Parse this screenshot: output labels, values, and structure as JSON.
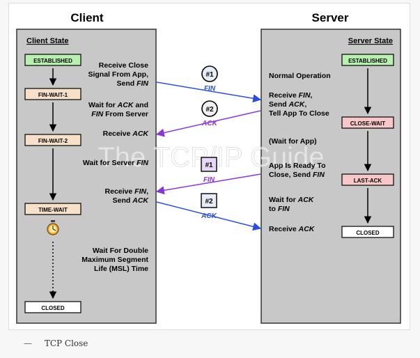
{
  "headers": {
    "client": "Client",
    "server": "Server"
  },
  "watermark": "The TCP/IP Guide",
  "client_panel": {
    "title": "Client State",
    "states": [
      "ESTABLISHED",
      "FIN-WAIT-1",
      "FIN-WAIT-2",
      "TIME-WAIT",
      "CLOSED"
    ],
    "texts": {
      "t1a": "Receive Close",
      "t1b": "Signal From App,",
      "t1c": "Send ",
      "t1c_i": "FIN",
      "t2a": "Wait for ",
      "t2a_i": "ACK",
      "t2a2": " and",
      "t2b_i": "FIN",
      "t2b": " From Server",
      "t3": "Receive ",
      "t3_i": "ACK",
      "t4": "Wait for Server ",
      "t4_i": "FIN",
      "t5": "Receive ",
      "t5_i": "FIN",
      "t5b": ",",
      "t6": "Send ",
      "t6_i": "ACK",
      "t7a": "Wait For Double",
      "t7b": "Maximum Segment",
      "t7c": "Life (MSL) Time"
    }
  },
  "server_panel": {
    "title": "Server State",
    "states": [
      "ESTABLISHED",
      "CLOSE-WAIT",
      "LAST-ACK",
      "CLOSED"
    ],
    "texts": {
      "s1": "Normal Operation",
      "s2a": "Receive ",
      "s2a_i": "FIN",
      "s2a2": ",",
      "s2b": "Send ",
      "s2b_i": "ACK",
      "s2b2": ",",
      "s2c": "Tell App To Close",
      "s3": "(Wait for App)",
      "s4a": "App Is Ready To",
      "s4b": "Close, Send ",
      "s4b_i": "FIN",
      "s5a": "Wait for ",
      "s5a_i": "ACK",
      "s5b": "to ",
      "s5b_i": "FIN",
      "s6": "Receive ",
      "s6_i": "ACK"
    }
  },
  "messages": [
    {
      "num": "#1",
      "label": "FIN"
    },
    {
      "num": "#2",
      "label": "ACK"
    },
    {
      "num": "#1",
      "label": "FIN"
    },
    {
      "num": "#2",
      "label": "ACK"
    }
  ],
  "caption": {
    "dash": "—",
    "text": "TCP Close"
  },
  "colors": {
    "panel_bg": "#c8c8c8",
    "established": "#b8f0b0",
    "wait_pink": "#f8c8c8",
    "wait_tan": "#f8e0c8",
    "closed": "#ffffff",
    "arrow_blue": "#2a4fe0",
    "arrow_purple": "#8a35d6",
    "badge_lilac": "#e8d8f8"
  }
}
